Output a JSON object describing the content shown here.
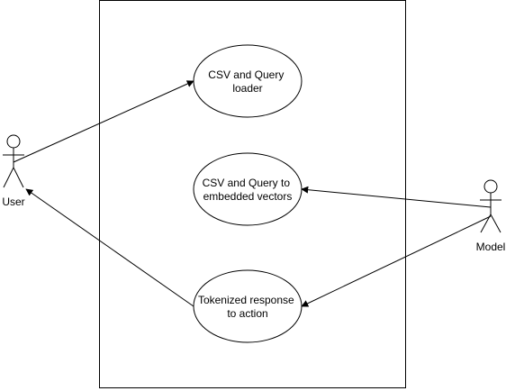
{
  "actors": {
    "user": {
      "label": "User"
    },
    "model": {
      "label": "Model"
    }
  },
  "use_cases": {
    "loader": {
      "line1": "CSV and Query",
      "line2": "loader"
    },
    "embed": {
      "line1": "CSV and Query to",
      "line2": "embedded vectors"
    },
    "respond": {
      "line1": "Tokenized response",
      "line2": "to action"
    }
  },
  "colors": {
    "stroke": "#000000",
    "fill": "#ffffff",
    "background": "#ffffff"
  }
}
